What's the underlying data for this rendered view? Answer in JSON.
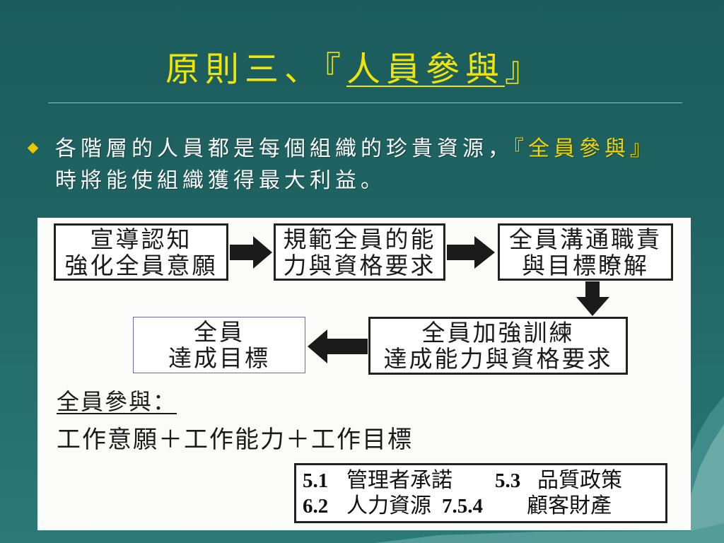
{
  "slide": {
    "title": {
      "prefix": "原則三、『",
      "underlined": "人員參與",
      "suffix": "』"
    },
    "bullet": {
      "line1_white": "各階層的人員都是每個組織的珍貴資源，",
      "line1_highlight": "『全員參與』",
      "line2": "時將能使組織獲得最大利益。"
    }
  },
  "diagram": {
    "steps": [
      {
        "line1": "宣導認知",
        "line2": "強化全員意願"
      },
      {
        "line1": "規範全員的能",
        "line2": "力與資格要求"
      },
      {
        "line1": "全員溝通職責",
        "line2": "與目標瞭解"
      },
      {
        "line1": "全員加強訓練",
        "line2": "達成能力與資格要求"
      },
      {
        "line1": "全員",
        "line2": "達成目標"
      }
    ],
    "formula_label": "全員參與：",
    "formula": "工作意願＋工作能力＋工作目標",
    "clauses": [
      [
        {
          "num": "5.1",
          "name": "管理者承諾"
        },
        {
          "num": "5.3",
          "name": "品質政策"
        }
      ],
      [
        {
          "num": "6.2",
          "name": "人力資源"
        },
        {
          "num": "7.5.4",
          "name": "顧客財產"
        }
      ]
    ]
  },
  "colors": {
    "title": "#f2e600",
    "highlight": "#f5d600",
    "bullet_marker": "#e8c800",
    "body_text": "#ffffff",
    "background_top": "#1b5b5c",
    "background_bottom": "#2c7a78",
    "diagram_ink": "#1a1a1a"
  }
}
